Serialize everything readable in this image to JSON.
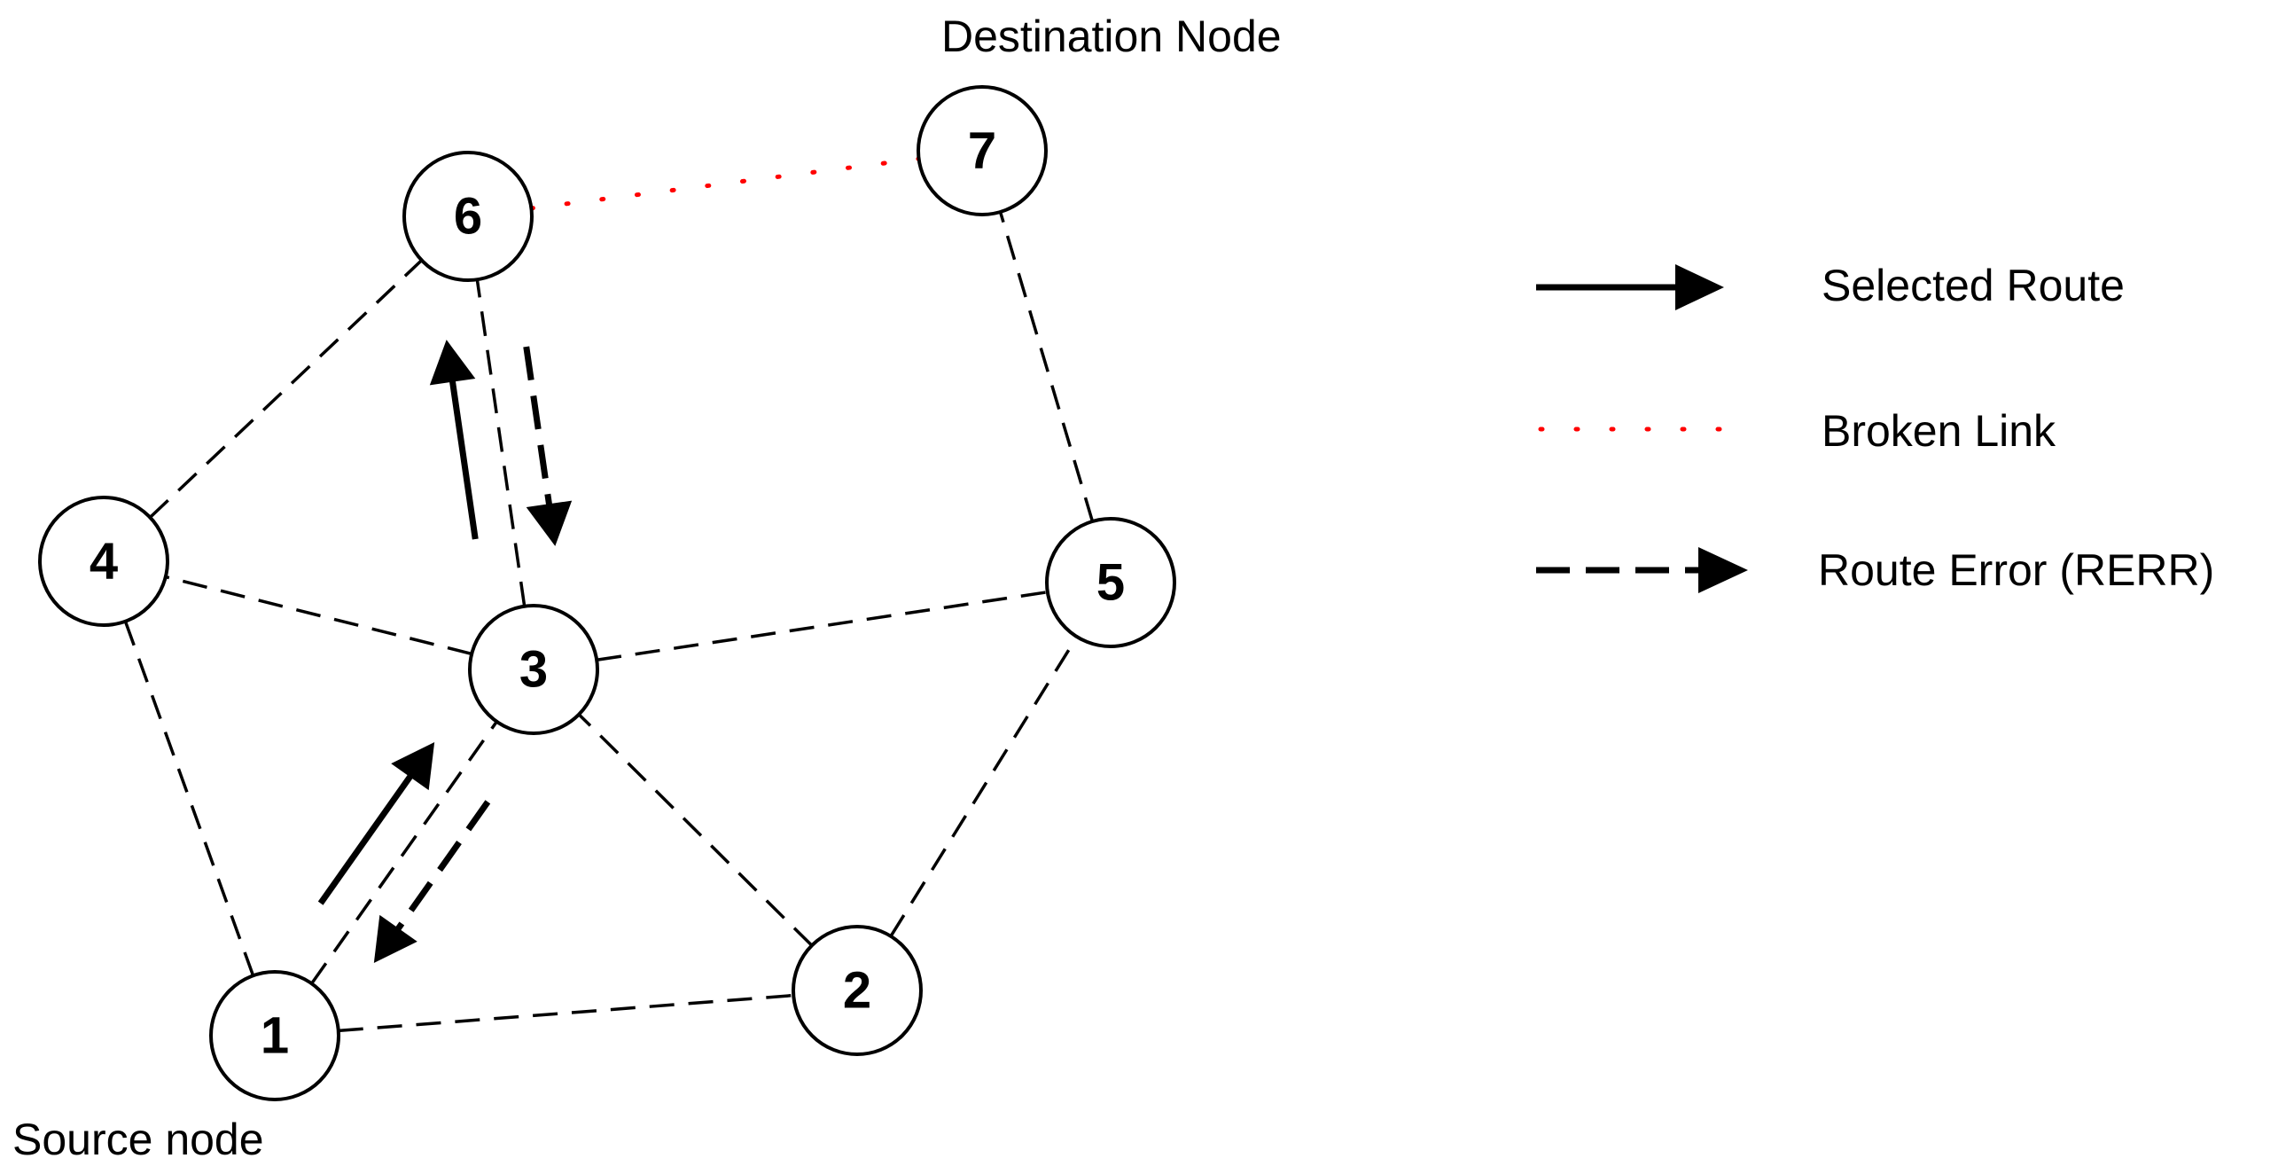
{
  "captions": {
    "destination": "Destination Node",
    "source": "Source node"
  },
  "nodes": [
    {
      "id": "1",
      "label": "1"
    },
    {
      "id": "2",
      "label": "2"
    },
    {
      "id": "3",
      "label": "3"
    },
    {
      "id": "4",
      "label": "4"
    },
    {
      "id": "5",
      "label": "5"
    },
    {
      "id": "6",
      "label": "6"
    },
    {
      "id": "7",
      "label": "7"
    }
  ],
  "links": [
    {
      "from": "1",
      "to": "2",
      "style": "dashed"
    },
    {
      "from": "1",
      "to": "3",
      "style": "dashed"
    },
    {
      "from": "1",
      "to": "4",
      "style": "dashed"
    },
    {
      "from": "2",
      "to": "3",
      "style": "dashed"
    },
    {
      "from": "2",
      "to": "5",
      "style": "dashed"
    },
    {
      "from": "3",
      "to": "4",
      "style": "dashed"
    },
    {
      "from": "3",
      "to": "5",
      "style": "dashed"
    },
    {
      "from": "3",
      "to": "6",
      "style": "dashed"
    },
    {
      "from": "4",
      "to": "6",
      "style": "dashed"
    },
    {
      "from": "5",
      "to": "7",
      "style": "dashed"
    },
    {
      "from": "6",
      "to": "7",
      "style": "broken"
    }
  ],
  "route_arrows": [
    {
      "from": "1",
      "to": "3",
      "type": "selected"
    },
    {
      "from": "3",
      "to": "6",
      "type": "selected"
    },
    {
      "from": "6",
      "to": "3",
      "type": "rerr"
    },
    {
      "from": "3",
      "to": "1",
      "type": "rerr"
    }
  ],
  "legend": {
    "selected_route": "Selected Route",
    "broken_link": "Broken Link",
    "route_error": "Route Error (RERR)"
  },
  "colors": {
    "broken_link": "#ff0000",
    "line": "#000000"
  }
}
